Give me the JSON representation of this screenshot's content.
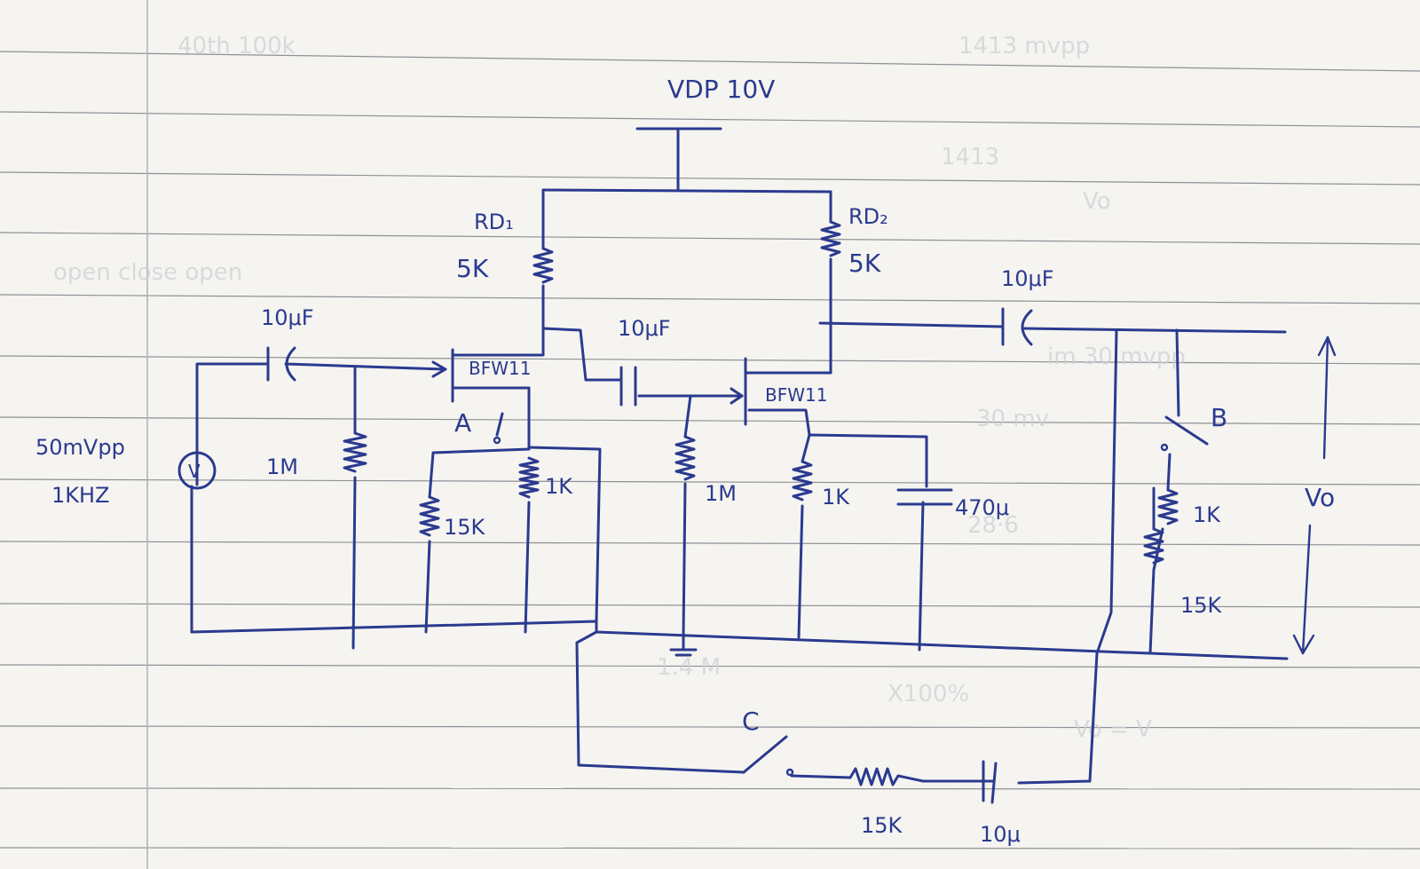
{
  "labels": {
    "vdd": "VDP 10V",
    "rd1_name": "RD₁",
    "rd1_value": "5K",
    "rd2_name": "RD₂",
    "rd2_value": "5K",
    "c_in": "10μF",
    "c_coupling": "10μF",
    "c_out": "10μF",
    "source_amp": "50mVpp",
    "source_freq": "1KHZ",
    "source_symbol": "V",
    "r_gate1": "1M",
    "r_s1a": "15K",
    "r_s1b": "1K",
    "fet1": "BFW11",
    "fet2": "BFW11",
    "r_gate2": "1M",
    "r_s2": "1K",
    "c_bypass": "470μ",
    "switch_a": "A",
    "switch_b": "B",
    "switch_c": "C",
    "r_load1": "1K",
    "r_load2": "15K",
    "vo": "Vo",
    "r_feedback": "15K",
    "c_feedback": "10μ"
  }
}
